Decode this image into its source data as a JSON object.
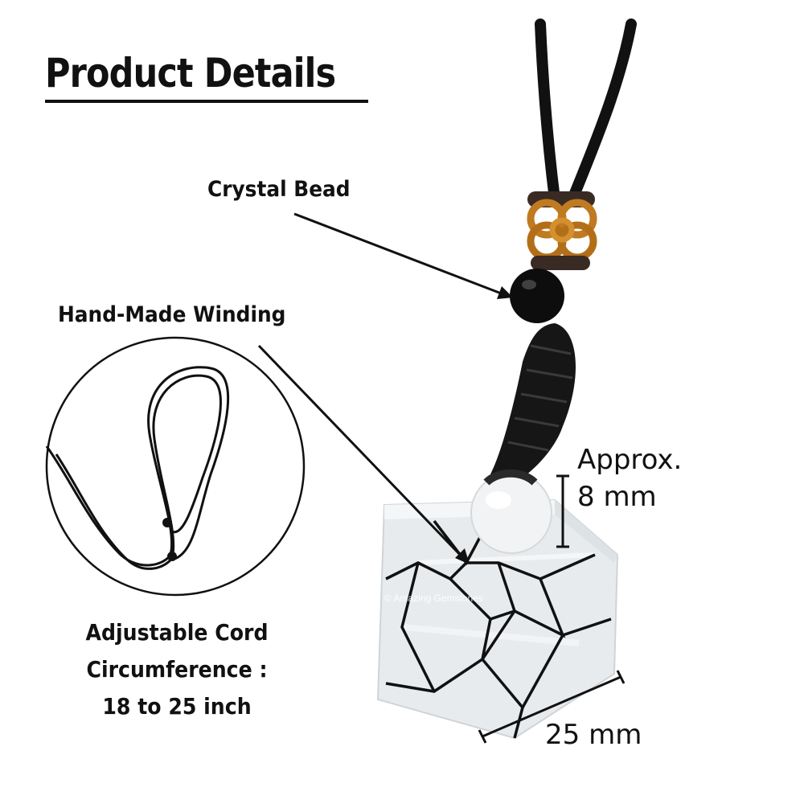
{
  "header": {
    "title": "Product Details"
  },
  "callouts": {
    "crystal_bead": "Crystal Bead",
    "hand_made_winding": "Hand-Made Winding"
  },
  "cord_info": {
    "line1": "Adjustable Cord",
    "line2": "Circumference :",
    "line3": "18 to 25 inch"
  },
  "measurements": {
    "bead_approx": "Approx.",
    "bead_size": "8 mm",
    "width": "25 mm"
  },
  "watermark": "© Amazing Gemstones",
  "colors": {
    "text": "#111111",
    "cord": "#111111",
    "knot": "#c07a20",
    "stone": "#e8ebee"
  }
}
